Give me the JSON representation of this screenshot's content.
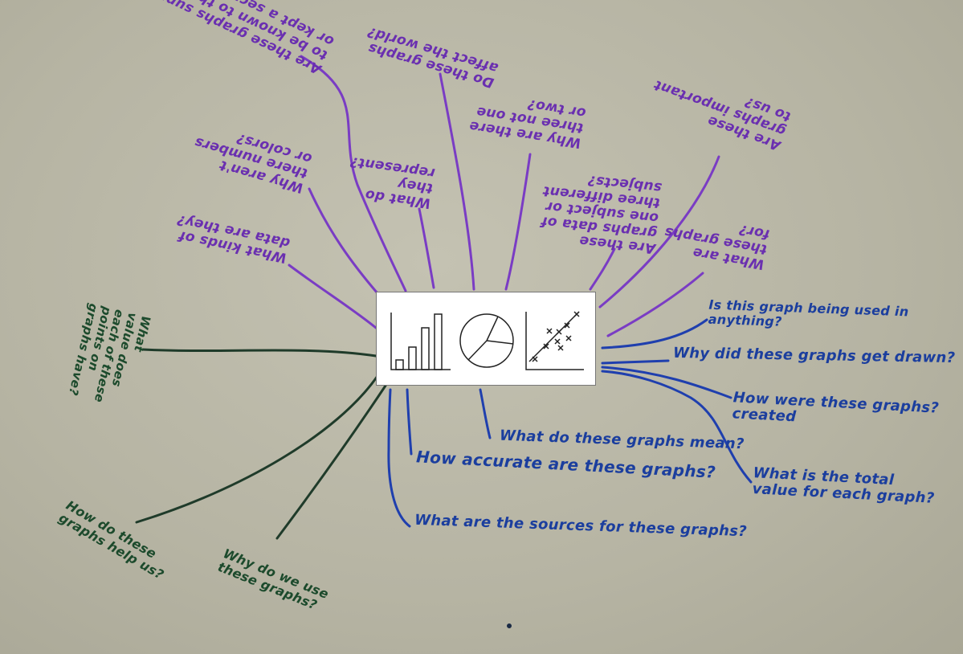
{
  "center_card": {
    "icons": [
      "bar-chart-icon",
      "pie-chart-icon",
      "scatter-plot-icon"
    ]
  },
  "notes": {
    "purple": [
      "What kinds of\ndata are they?",
      "Why aren't\nthere numbers\nor colors?",
      "Are these graphs supposed\nto be known to the world\nor kept a secret?",
      "What do\nthey\nrepresent?",
      "Do these graphs\naffect the world?",
      "Why are there\nthree not one\nor two?",
      "Are these\ngraphs data of\none subject or\nthree different\nsubjects?",
      "Are these\ngraphs important\nto us?",
      "What are\nthese graphs\nfor?"
    ],
    "blue": [
      "Is this graph being used in\nanything?",
      "Why did these graphs get drawn?",
      "How were these graphs?\ncreated",
      "What is the total\nvalue for each graph?",
      "What do these graphs mean?",
      "How accurate are these graphs?",
      "What are the sources for these graphs?"
    ],
    "green": [
      "What\nvalue does\neach of these\npoints on\ngraphs have?",
      "How do these\ngraphs help us?",
      "Why do we use\nthese graphs?"
    ]
  },
  "colors": {
    "paper": "#b9b7a7",
    "purple_marker": "#6a2fb0",
    "blue_marker": "#1b3e9e",
    "green_marker": "#1c4a2c"
  }
}
